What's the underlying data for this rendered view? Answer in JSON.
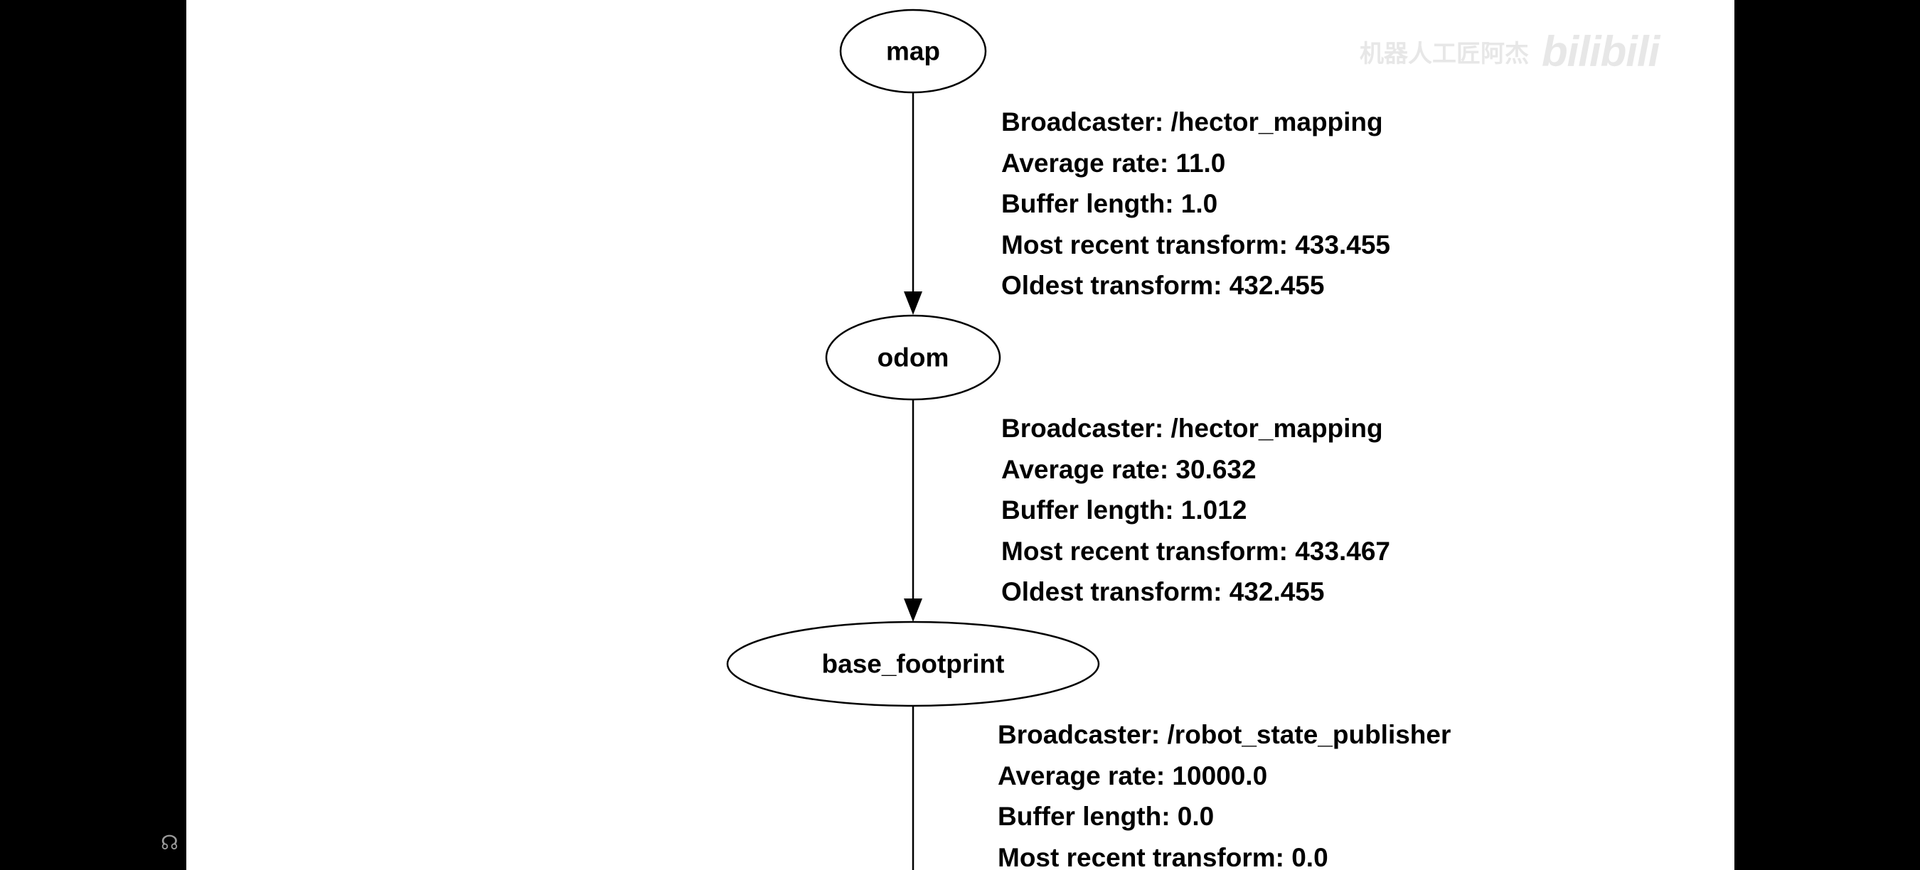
{
  "tf_tree": {
    "nodes": [
      {
        "id": "map",
        "label": "map"
      },
      {
        "id": "odom",
        "label": "odom"
      },
      {
        "id": "base_footprint",
        "label": "base_footprint"
      }
    ],
    "edges": [
      {
        "from": "map",
        "to": "odom",
        "lines": [
          "Broadcaster: /hector_mapping",
          "Average rate: 11.0",
          "Buffer length: 1.0",
          "Most recent transform: 433.455",
          "Oldest transform: 432.455"
        ]
      },
      {
        "from": "odom",
        "to": "base_footprint",
        "lines": [
          "Broadcaster: /hector_mapping",
          "Average rate: 30.632",
          "Buffer length: 1.012",
          "Most recent transform: 433.467",
          "Oldest transform: 432.455"
        ]
      },
      {
        "from": "base_footprint",
        "to": "",
        "lines": [
          "Broadcaster: /robot_state_publisher",
          "Average rate: 10000.0",
          "Buffer length: 0.0",
          "Most recent transform: 0.0"
        ]
      }
    ]
  },
  "watermark": {
    "text": "机器人工匠阿杰",
    "logo": "bilibili"
  },
  "corner_icon": {
    "icon": "person-outline-icon",
    "glyph": "☊"
  }
}
